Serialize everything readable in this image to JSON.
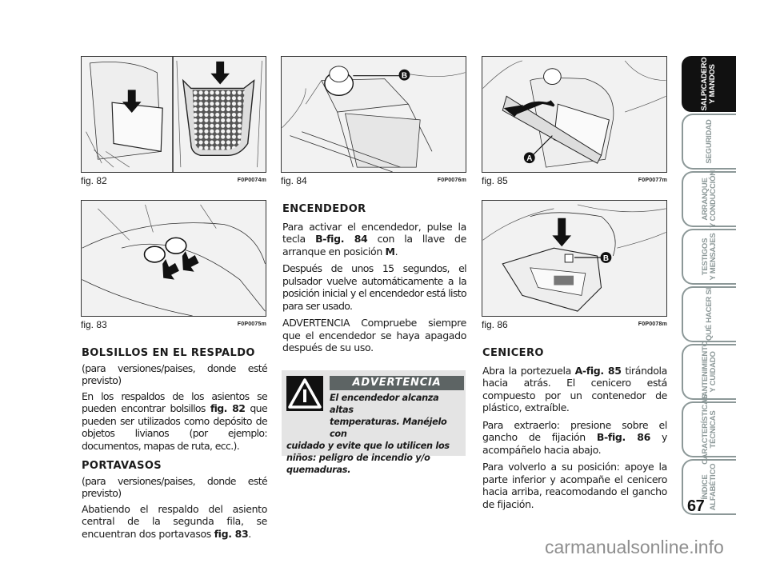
{
  "figures": [
    {
      "id": "fig82",
      "label": "fig. 82",
      "code": "F0P0074m",
      "description": "seat back pockets with downward arrows"
    },
    {
      "id": "fig83",
      "label": "fig. 83",
      "code": "F0P0075m",
      "description": "two cup holders with arrows"
    },
    {
      "id": "fig84",
      "label": "fig. 84",
      "code": "F0P0076m",
      "callouts": [
        "B"
      ]
    },
    {
      "id": "fig85",
      "label": "fig. 85",
      "code": "F0P0077m",
      "callouts": [
        "A"
      ]
    },
    {
      "id": "fig86",
      "label": "fig. 86",
      "code": "F0P0078m",
      "callouts": [
        "B"
      ]
    }
  ],
  "sections": {
    "bolsillos": {
      "title": "BOLSILLOS EN EL RESPALDO",
      "subtitle": "(para versiones/paises, donde esté previsto)",
      "p1_a": "En los respaldos de los asientos se pueden encontrar bolsillos ",
      "p1_ref": "fig. 82",
      "p1_b": " que pueden ser utilizados como depósito de objetos livianos (por ejemplo: documentos, mapas de ruta, ecc.)."
    },
    "portavasos": {
      "title": "PORTAVASOS",
      "subtitle": "(para versiones/paises, donde esté previsto)",
      "p1_a": "Abatiendo el respaldo del asiento central de la segunda fila, se encuentran dos portavasos ",
      "p1_ref": "fig. 83",
      "p1_b": "."
    },
    "encendedor": {
      "title": "ENCENDEDOR",
      "p1_a": "Para activar el encendedor, pulse la tecla ",
      "p1_ref": "B-fig. 84",
      "p1_b": " con la llave de arranque en posición ",
      "p1_ref2": "M",
      "p1_c": ".",
      "p2": "Después de unos 15 segundos, el pulsador vuelve automáticamente a la posición inicial y el encendedor está listo para ser usado.",
      "p3": "ADVERTENCIA Compruebe siempre que el encendedor se haya apagado después de su uso."
    },
    "cenicero": {
      "title": "CENICERO",
      "p1_a": "Abra la portezuela ",
      "p1_ref": "A-fig. 85",
      "p1_b": " tirándola hacia atrás. El cenicero está compuesto por un contenedor de plástico, extraíble.",
      "p2_a": "Para extraerlo: presione sobre el gancho de fijación ",
      "p2_ref": "B-fig. 86",
      "p2_b": " y acompáñelo hacia abajo.",
      "p3": "Para volverlo a su posición: apoye la parte inferior y acompañe el cenicero hacia arriba, reacomodando el gancho de fijación."
    }
  },
  "warning": {
    "header": "ADVERTENCIA",
    "line1": "El encendedor alcanza altas",
    "line2": "temperaturas. Manéjelo con",
    "rest": "cuidado y evite que lo utilicen los niños: peligro de incendio y/o quemaduras.",
    "icon": "warning-triangle-icon"
  },
  "side_tabs": [
    {
      "label": "SALPICADERO\nY MANDOS",
      "active": true
    },
    {
      "label": "SEGURIDAD",
      "active": false
    },
    {
      "label": "ARRANQUE\nY CONDUCCIÓN",
      "active": false
    },
    {
      "label": "TESTIGOS\nY MENSAJES",
      "active": false
    },
    {
      "label": "QUÉ HACER SI",
      "active": false
    },
    {
      "label": "MANTENIMIENTO\nY CUIDADO",
      "active": false
    },
    {
      "label": "CARACTERÍSTICAS\nTÉCNICAS",
      "active": false
    },
    {
      "label": "ÍNDICE\nALFABÉTICO",
      "active": false
    }
  ],
  "page_number": "67",
  "watermark": "carmanualsonline.info",
  "colors": {
    "tab_gray": "#8c9898",
    "warn_bg": "#e4e4e4",
    "warn_header": "#5d6464"
  }
}
